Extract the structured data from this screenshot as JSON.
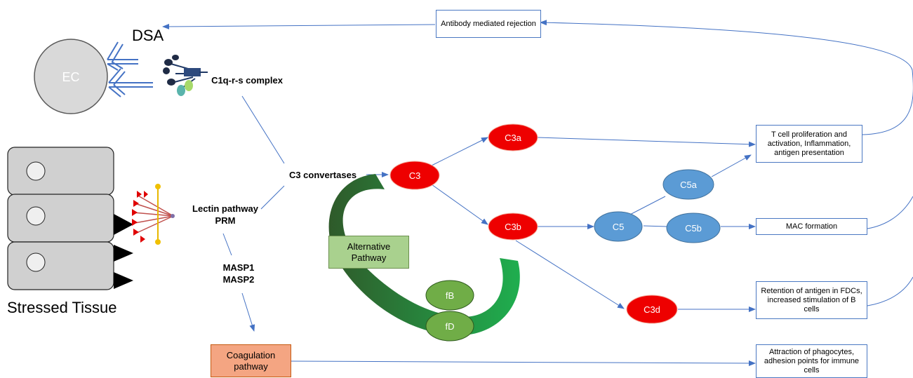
{
  "labels": {
    "dsa": "DSA",
    "ec": "EC",
    "stressed_tissue": "Stressed Tissue",
    "c1q_complex": "C1q-r-s complex",
    "lectin_prm": "Lectin pathway PRM",
    "masp": "MASP1 MASP2",
    "c3_convertases": "C3 convertases",
    "alternative_pathway": "Alternative Pathway",
    "coagulation_pathway": "Coagulation pathway"
  },
  "nodes": {
    "c3": "C3",
    "c3a": "C3a",
    "c3b": "C3b",
    "c3d": "C3d",
    "c5": "C5",
    "c5a": "C5a",
    "c5b": "C5b",
    "fb": "fB",
    "fd": "fD"
  },
  "outcomes": {
    "antibody": "Antibody mediated rejection",
    "tcell": "T cell proliferation and activation, Inflammation, antigen presentation",
    "mac": "MAC formation",
    "retention": "Retention of antigen in FDCs, increased stimulation of B cells",
    "attraction": "Attraction of phagocytes, adhesion points for immune cells"
  },
  "colors": {
    "red_node": "#ee0000",
    "blue_node": "#5b9bd5",
    "green_node": "#70ad47",
    "arrow": "#4472c4",
    "ec_cell": "#d9d9d9",
    "tissue_cell": "#d0d0d0",
    "coag_fill": "#f4a582",
    "alt_fill": "#a9d18e"
  }
}
